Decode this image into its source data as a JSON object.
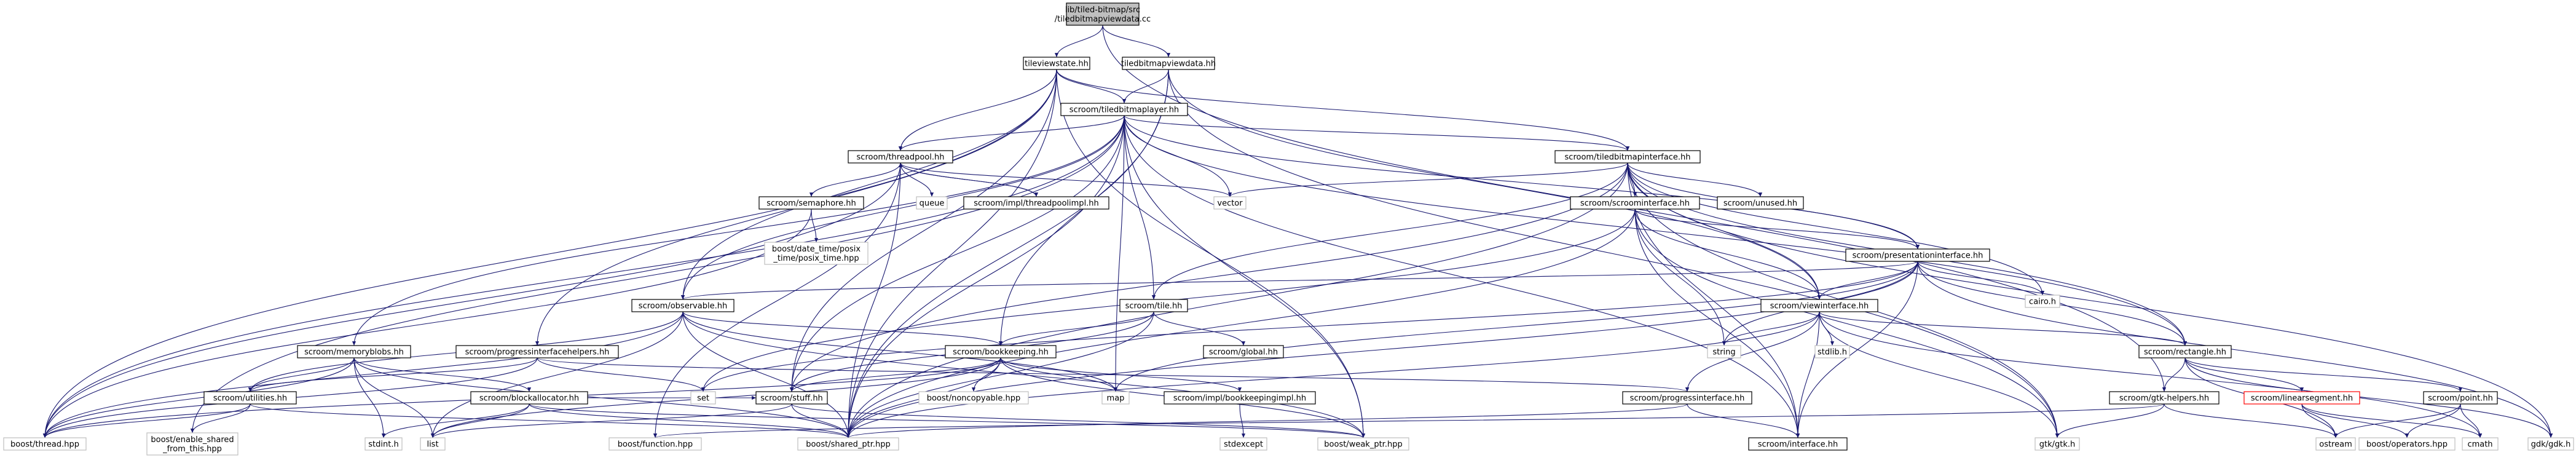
{
  "colors": {
    "edge": "#191970",
    "root_fill": "#bfbfbf",
    "external_border": "#bfbfbf",
    "highlight_border": "#ff0000"
  },
  "nodes": [
    {
      "id": "root",
      "label": [
        "lib/tiled-bitmap/src",
        "/tiledbitmapviewdata.cc"
      ],
      "style": "root"
    },
    {
      "id": "tileviewstate",
      "label": [
        "tileviewstate.hh"
      ],
      "style": "boxed"
    },
    {
      "id": "tiledbitmapviewdata",
      "label": [
        "tiledbitmapviewdata.hh"
      ],
      "style": "boxed"
    },
    {
      "id": "tiledbitmaplayer",
      "label": [
        "scroom/tiledbitmaplayer.hh"
      ],
      "style": "boxed"
    },
    {
      "id": "tiledbitmapinterface",
      "label": [
        "scroom/tiledbitmapinterface.hh"
      ],
      "style": "boxed"
    },
    {
      "id": "threadpool",
      "label": [
        "scroom/threadpool.hh"
      ],
      "style": "boxed"
    },
    {
      "id": "queue",
      "label": [
        "queue"
      ],
      "style": "plain"
    },
    {
      "id": "threadpoolimpl",
      "label": [
        "scroom/impl/threadpoolimpl.hh"
      ],
      "style": "boxed"
    },
    {
      "id": "vector",
      "label": [
        "vector"
      ],
      "style": "plain"
    },
    {
      "id": "semaphore",
      "label": [
        "scroom/semaphore.hh"
      ],
      "style": "boxed"
    },
    {
      "id": "posix_time",
      "label": [
        "boost/date_time/posix",
        "_time/posix_time.hpp"
      ],
      "style": "plain"
    },
    {
      "id": "scroominterface",
      "label": [
        "scroom/scroominterface.hh"
      ],
      "style": "boxed"
    },
    {
      "id": "unused",
      "label": [
        "scroom/unused.hh"
      ],
      "style": "boxed"
    },
    {
      "id": "presentationinterface",
      "label": [
        "scroom/presentationinterface.hh"
      ],
      "style": "boxed"
    },
    {
      "id": "cairo",
      "label": [
        "cairo.h"
      ],
      "style": "plain"
    },
    {
      "id": "observable",
      "label": [
        "scroom/observable.hh"
      ],
      "style": "boxed"
    },
    {
      "id": "tile",
      "label": [
        "scroom/tile.hh"
      ],
      "style": "boxed"
    },
    {
      "id": "viewinterface",
      "label": [
        "scroom/viewinterface.hh"
      ],
      "style": "boxed"
    },
    {
      "id": "string",
      "label": [
        "string"
      ],
      "style": "plain"
    },
    {
      "id": "global",
      "label": [
        "scroom/global.hh"
      ],
      "style": "boxed"
    },
    {
      "id": "stdlib",
      "label": [
        "stdlib.h"
      ],
      "style": "plain"
    },
    {
      "id": "memoryblobs",
      "label": [
        "scroom/memoryblobs.hh"
      ],
      "style": "boxed"
    },
    {
      "id": "progressinterfacehelpers",
      "label": [
        "scroom/progressinterfacehelpers.hh"
      ],
      "style": "boxed"
    },
    {
      "id": "bookkeeping",
      "label": [
        "scroom/bookkeeping.hh"
      ],
      "style": "boxed"
    },
    {
      "id": "rectangle",
      "label": [
        "scroom/rectangle.hh"
      ],
      "style": "boxed"
    },
    {
      "id": "utilities",
      "label": [
        "scroom/utilities.hh"
      ],
      "style": "boxed"
    },
    {
      "id": "blockallocator",
      "label": [
        "scroom/blockallocator.hh"
      ],
      "style": "boxed"
    },
    {
      "id": "set",
      "label": [
        "set"
      ],
      "style": "plain"
    },
    {
      "id": "stuff",
      "label": [
        "scroom/stuff.hh"
      ],
      "style": "boxed"
    },
    {
      "id": "noncopyable",
      "label": [
        "boost/noncopyable.hpp"
      ],
      "style": "plain"
    },
    {
      "id": "map",
      "label": [
        "map"
      ],
      "style": "plain"
    },
    {
      "id": "bookkeepingimpl",
      "label": [
        "scroom/impl/bookkeepingimpl.hh"
      ],
      "style": "boxed"
    },
    {
      "id": "progressinterface",
      "label": [
        "scroom/progressinterface.hh"
      ],
      "style": "boxed"
    },
    {
      "id": "gtkhelpers",
      "label": [
        "scroom/gtk-helpers.hh"
      ],
      "style": "boxed"
    },
    {
      "id": "linearsegment",
      "label": [
        "scroom/linearsegment.hh"
      ],
      "style": "red"
    },
    {
      "id": "point",
      "label": [
        "scroom/point.hh"
      ],
      "style": "boxed"
    },
    {
      "id": "thread",
      "label": [
        "boost/thread.hpp"
      ],
      "style": "plain"
    },
    {
      "id": "enable_shared",
      "label": [
        "boost/enable_shared",
        "_from_this.hpp"
      ],
      "style": "plain"
    },
    {
      "id": "stdint",
      "label": [
        "stdint.h"
      ],
      "style": "plain"
    },
    {
      "id": "list",
      "label": [
        "list"
      ],
      "style": "plain"
    },
    {
      "id": "function",
      "label": [
        "boost/function.hpp"
      ],
      "style": "plain"
    },
    {
      "id": "shared_ptr",
      "label": [
        "boost/shared_ptr.hpp"
      ],
      "style": "plain"
    },
    {
      "id": "weak_ptr",
      "label": [
        "boost/weak_ptr.hpp"
      ],
      "style": "plain"
    },
    {
      "id": "stdexcept",
      "label": [
        "stdexcept"
      ],
      "style": "plain"
    },
    {
      "id": "interface",
      "label": [
        "scroom/interface.hh"
      ],
      "style": "boxed"
    },
    {
      "id": "gtk",
      "label": [
        "gtk/gtk.h"
      ],
      "style": "plain"
    },
    {
      "id": "ostream",
      "label": [
        "ostream"
      ],
      "style": "plain"
    },
    {
      "id": "operators",
      "label": [
        "boost/operators.hpp"
      ],
      "style": "plain"
    },
    {
      "id": "cmath",
      "label": [
        "cmath"
      ],
      "style": "plain"
    },
    {
      "id": "gdk",
      "label": [
        "gdk/gdk.h"
      ],
      "style": "plain"
    }
  ],
  "edges": [
    [
      "root",
      "tileviewstate"
    ],
    [
      "root",
      "tiledbitmapviewdata"
    ],
    [
      "root",
      "gtkhelpers"
    ],
    [
      "tileviewstate",
      "tiledbitmaplayer"
    ],
    [
      "tileviewstate",
      "threadpool"
    ],
    [
      "tileviewstate",
      "observable"
    ],
    [
      "tileviewstate",
      "thread"
    ],
    [
      "tileviewstate",
      "shared_ptr"
    ],
    [
      "tileviewstate",
      "weak_ptr"
    ],
    [
      "tileviewstate",
      "stuff"
    ],
    [
      "tileviewstate",
      "progressinterfacehelpers"
    ],
    [
      "tileviewstate",
      "tiledbitmapinterface"
    ],
    [
      "tiledbitmapviewdata",
      "tiledbitmaplayer"
    ],
    [
      "tiledbitmapviewdata",
      "viewinterface"
    ],
    [
      "tiledbitmapviewdata",
      "gtk"
    ],
    [
      "tiledbitmapviewdata",
      "bookkeeping"
    ],
    [
      "tiledbitmapviewdata",
      "shared_ptr"
    ],
    [
      "tiledbitmaplayer",
      "tiledbitmapinterface"
    ],
    [
      "tiledbitmaplayer",
      "threadpool"
    ],
    [
      "tiledbitmaplayer",
      "vector"
    ],
    [
      "tiledbitmaplayer",
      "observable"
    ],
    [
      "tiledbitmaplayer",
      "tile"
    ],
    [
      "tiledbitmaplayer",
      "memoryblobs"
    ],
    [
      "tiledbitmaplayer",
      "stuff"
    ],
    [
      "tiledbitmaplayer",
      "shared_ptr"
    ],
    [
      "tiledbitmaplayer",
      "weak_ptr"
    ],
    [
      "tiledbitmaplayer",
      "presentationinterface"
    ],
    [
      "tiledbitmaplayer",
      "rectangle"
    ],
    [
      "tiledbitmaplayer",
      "interface"
    ],
    [
      "tiledbitmaplayer",
      "thread"
    ],
    [
      "tiledbitmaplayer",
      "map"
    ],
    [
      "tiledbitmaplayer",
      "enable_shared"
    ],
    [
      "tiledbitmapinterface",
      "vector"
    ],
    [
      "tiledbitmapinterface",
      "scroominterface"
    ],
    [
      "tiledbitmapinterface",
      "unused"
    ],
    [
      "tiledbitmapinterface",
      "presentationinterface"
    ],
    [
      "tiledbitmapinterface",
      "viewinterface"
    ],
    [
      "tiledbitmapinterface",
      "rectangle"
    ],
    [
      "tiledbitmapinterface",
      "tile"
    ],
    [
      "tiledbitmapinterface",
      "gtk"
    ],
    [
      "tiledbitmapinterface",
      "cairo"
    ],
    [
      "tiledbitmapinterface",
      "gdk"
    ],
    [
      "tiledbitmapinterface",
      "shared_ptr"
    ],
    [
      "tiledbitmapinterface",
      "interface"
    ],
    [
      "tiledbitmapinterface",
      "stuff"
    ],
    [
      "threadpool",
      "queue"
    ],
    [
      "threadpool",
      "threadpoolimpl"
    ],
    [
      "threadpool",
      "semaphore"
    ],
    [
      "threadpool",
      "vector"
    ],
    [
      "threadpool",
      "thread"
    ],
    [
      "threadpool",
      "shared_ptr"
    ],
    [
      "threadpool",
      "function"
    ],
    [
      "threadpoolimpl",
      "threadpool"
    ],
    [
      "semaphore",
      "posix_time"
    ],
    [
      "semaphore",
      "thread"
    ],
    [
      "scroominterface",
      "presentationinterface"
    ],
    [
      "scroominterface",
      "viewinterface"
    ],
    [
      "scroominterface",
      "string"
    ],
    [
      "scroominterface",
      "gtk"
    ],
    [
      "scroominterface",
      "interface"
    ],
    [
      "scroominterface",
      "shared_ptr"
    ],
    [
      "scroominterface",
      "set"
    ],
    [
      "presentationinterface",
      "cairo"
    ],
    [
      "presentationinterface",
      "observable"
    ],
    [
      "presentationinterface",
      "viewinterface"
    ],
    [
      "presentationinterface",
      "rectangle"
    ],
    [
      "presentationinterface",
      "string"
    ],
    [
      "presentationinterface",
      "set"
    ],
    [
      "presentationinterface",
      "map"
    ],
    [
      "presentationinterface",
      "interface"
    ],
    [
      "presentationinterface",
      "shared_ptr"
    ],
    [
      "presentationinterface",
      "gdk"
    ],
    [
      "observable",
      "bookkeeping"
    ],
    [
      "observable",
      "utilities"
    ],
    [
      "observable",
      "list"
    ],
    [
      "observable",
      "map"
    ],
    [
      "observable",
      "shared_ptr"
    ],
    [
      "observable",
      "weak_ptr"
    ],
    [
      "observable",
      "thread"
    ],
    [
      "tile",
      "global"
    ],
    [
      "tile",
      "bookkeeping"
    ],
    [
      "tile",
      "shared_ptr"
    ],
    [
      "tile",
      "stuff"
    ],
    [
      "viewinterface",
      "string"
    ],
    [
      "viewinterface",
      "stdlib"
    ],
    [
      "viewinterface",
      "gtk"
    ],
    [
      "viewinterface",
      "rectangle"
    ],
    [
      "viewinterface",
      "progressinterface"
    ],
    [
      "viewinterface",
      "interface"
    ],
    [
      "viewinterface",
      "shared_ptr"
    ],
    [
      "viewinterface",
      "cmath"
    ],
    [
      "memoryblobs",
      "utilities"
    ],
    [
      "memoryblobs",
      "blockallocator"
    ],
    [
      "memoryblobs",
      "stdint"
    ],
    [
      "memoryblobs",
      "list"
    ],
    [
      "memoryblobs",
      "thread"
    ],
    [
      "memoryblobs",
      "shared_ptr"
    ],
    [
      "progressinterfacehelpers",
      "progressinterface"
    ],
    [
      "progressinterfacehelpers",
      "set"
    ],
    [
      "progressinterfacehelpers",
      "utilities"
    ],
    [
      "progressinterfacehelpers",
      "thread"
    ],
    [
      "bookkeeping",
      "noncopyable"
    ],
    [
      "bookkeeping",
      "map"
    ],
    [
      "bookkeeping",
      "bookkeepingimpl"
    ],
    [
      "bookkeeping",
      "stuff"
    ],
    [
      "bookkeeping",
      "list"
    ],
    [
      "bookkeeping",
      "shared_ptr"
    ],
    [
      "bookkeeping",
      "weak_ptr"
    ],
    [
      "bookkeeping",
      "thread"
    ],
    [
      "bookkeepingimpl",
      "stdexcept"
    ],
    [
      "rectangle",
      "gtkhelpers"
    ],
    [
      "rectangle",
      "linearsegment"
    ],
    [
      "rectangle",
      "point"
    ],
    [
      "rectangle",
      "ostream"
    ],
    [
      "rectangle",
      "gdk"
    ],
    [
      "utilities",
      "enable_shared"
    ],
    [
      "utilities",
      "thread"
    ],
    [
      "utilities",
      "shared_ptr"
    ],
    [
      "blockallocator",
      "list"
    ],
    [
      "blockallocator",
      "stdint"
    ],
    [
      "blockallocator",
      "shared_ptr"
    ],
    [
      "blockallocator",
      "weak_ptr"
    ],
    [
      "blockallocator",
      "stuff"
    ],
    [
      "stuff",
      "shared_ptr"
    ],
    [
      "stuff",
      "weak_ptr"
    ],
    [
      "stuff",
      "list"
    ],
    [
      "progressinterface",
      "interface"
    ],
    [
      "progressinterface",
      "shared_ptr"
    ],
    [
      "gtkhelpers",
      "gtk"
    ],
    [
      "gtkhelpers",
      "ostream"
    ],
    [
      "gtkhelpers",
      "function"
    ],
    [
      "linearsegment",
      "ostream"
    ],
    [
      "linearsegment",
      "operators"
    ],
    [
      "linearsegment",
      "cmath"
    ],
    [
      "point",
      "ostream"
    ],
    [
      "point",
      "operators"
    ],
    [
      "point",
      "cmath"
    ]
  ]
}
